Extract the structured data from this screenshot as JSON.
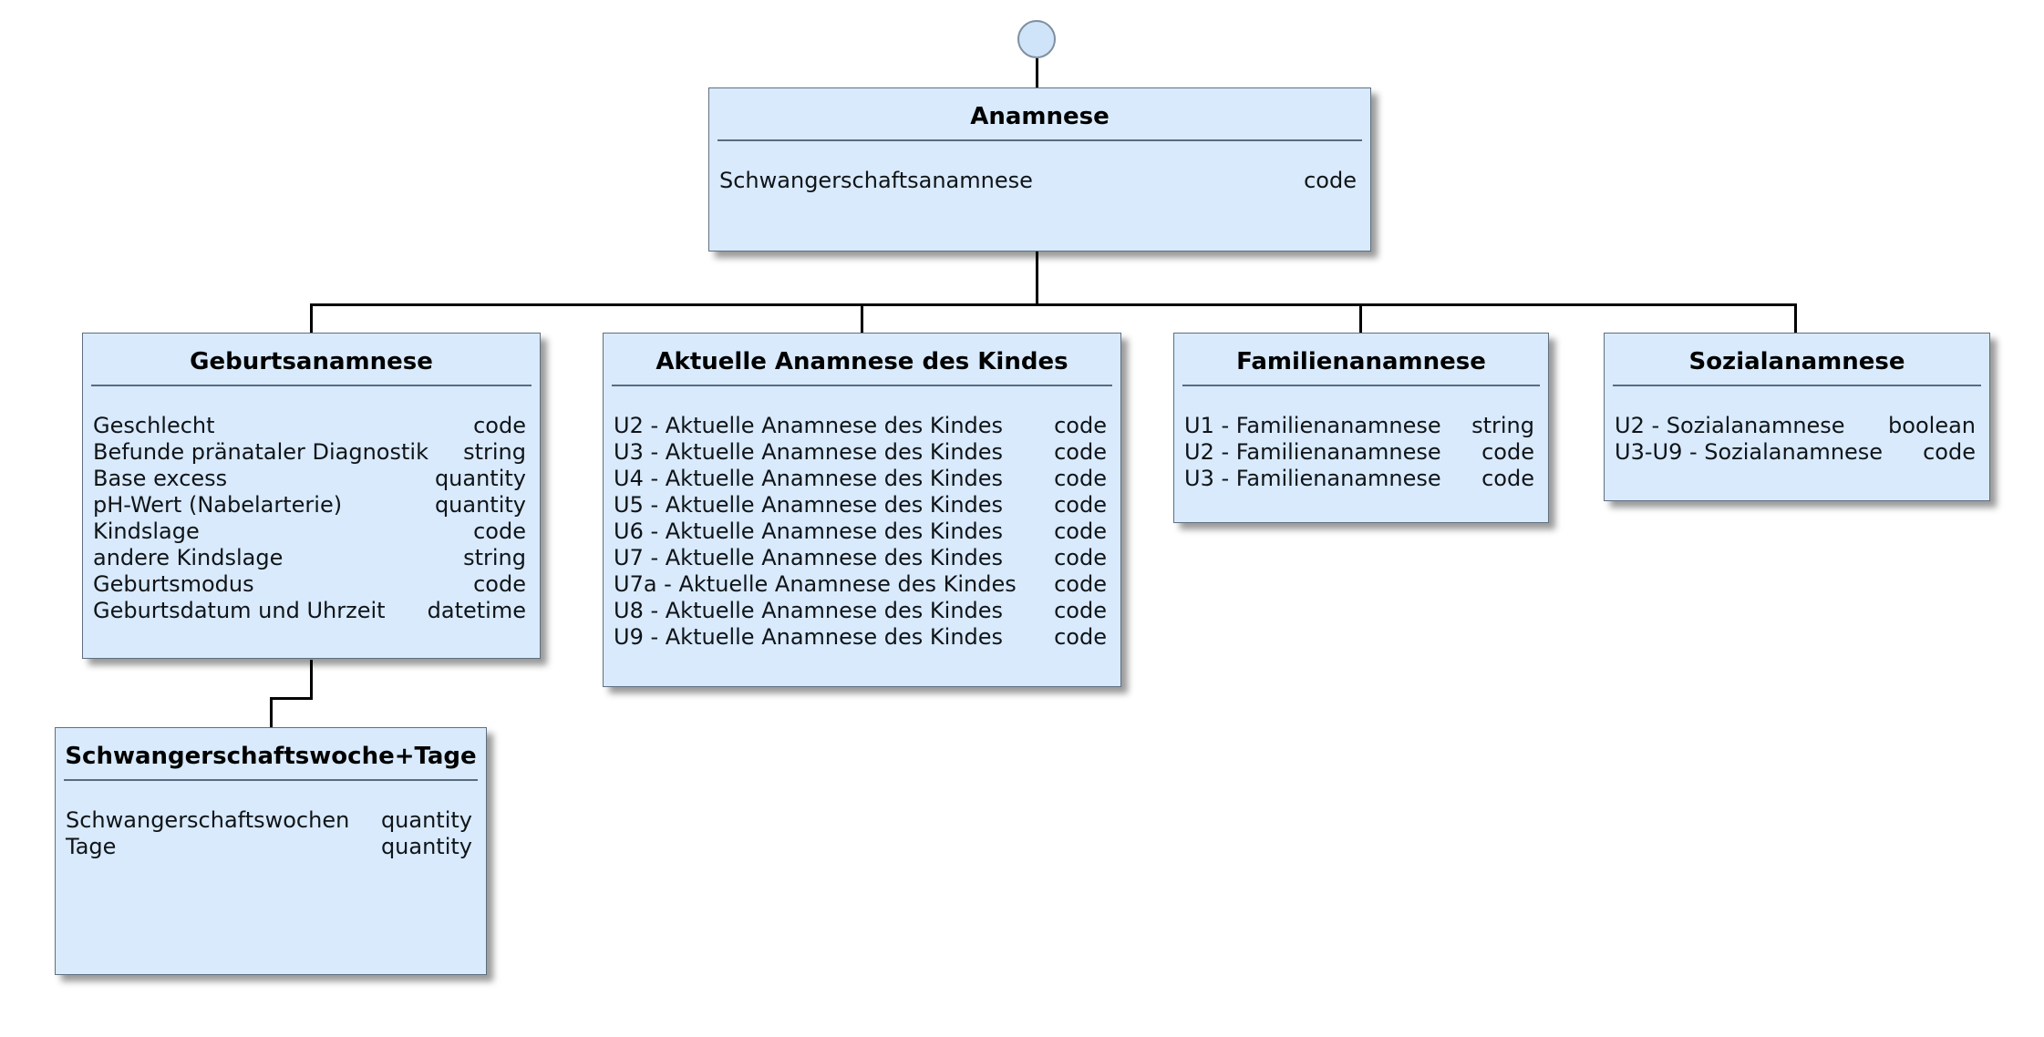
{
  "colors": {
    "background": "#ffffff",
    "box_fill": "#d8eafc",
    "box_border": "#5f6f7f",
    "separator_line": "#5a6b80",
    "connector_line": "#000000",
    "circle_fill": "#cfe4f8",
    "circle_border": "#7f8f9f",
    "text": "#101418"
  },
  "boxes": {
    "anamnese": {
      "title": "Anamnese",
      "rows": [
        {
          "name": "Schwangerschaftsanamnese",
          "type": "code"
        }
      ]
    },
    "geburtsanamnese": {
      "title": "Geburtsanamnese",
      "rows": [
        {
          "name": "Geschlecht",
          "type": "code"
        },
        {
          "name": "Befunde pränataler Diagnostik",
          "type": "string"
        },
        {
          "name": "Base excess",
          "type": "quantity"
        },
        {
          "name": "pH-Wert (Nabelarterie)",
          "type": "quantity"
        },
        {
          "name": "Kindslage",
          "type": "code"
        },
        {
          "name": "andere Kindslage",
          "type": "string"
        },
        {
          "name": "Geburtsmodus",
          "type": "code"
        },
        {
          "name": "Geburtsdatum und Uhrzeit",
          "type": "datetime"
        }
      ]
    },
    "aktuelle_anamnese": {
      "title": "Aktuelle Anamnese des Kindes",
      "rows": [
        {
          "name": "U2 - Aktuelle Anamnese des Kindes",
          "type": "code"
        },
        {
          "name": "U3 - Aktuelle Anamnese des Kindes",
          "type": "code"
        },
        {
          "name": "U4 - Aktuelle Anamnese des Kindes",
          "type": "code"
        },
        {
          "name": "U5 - Aktuelle Anamnese des Kindes",
          "type": "code"
        },
        {
          "name": "U6 - Aktuelle Anamnese des Kindes",
          "type": "code"
        },
        {
          "name": "U7 - Aktuelle Anamnese des Kindes",
          "type": "code"
        },
        {
          "name": "U7a - Aktuelle Anamnese des Kindes",
          "type": "code"
        },
        {
          "name": "U8 - Aktuelle Anamnese des Kindes",
          "type": "code"
        },
        {
          "name": "U9 - Aktuelle Anamnese des Kindes",
          "type": "code"
        }
      ]
    },
    "familienanamnese": {
      "title": "Familienanamnese",
      "rows": [
        {
          "name": "U1 - Familienanamnese",
          "type": "string"
        },
        {
          "name": "U2 - Familienanamnese",
          "type": "code"
        },
        {
          "name": "U3 - Familienanamnese",
          "type": "code"
        }
      ]
    },
    "sozialanamnese": {
      "title": "Sozialanamnese",
      "rows": [
        {
          "name": "U2 - Sozialanamnese",
          "type": "boolean"
        },
        {
          "name": "U3-U9 - Sozialanamnese",
          "type": "code"
        }
      ]
    },
    "schwangerschaftswoche": {
      "title": "Schwangerschaftswoche+Tage",
      "rows": [
        {
          "name": "Schwangerschaftswochen",
          "type": "quantity"
        },
        {
          "name": "Tage",
          "type": "quantity"
        }
      ]
    }
  }
}
